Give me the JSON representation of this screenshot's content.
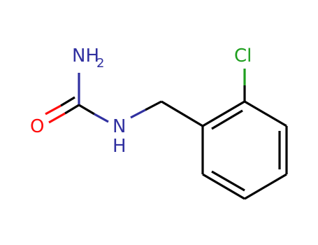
{
  "diagram": {
    "type": "chemical-structure",
    "colors": {
      "background": "#ffffff",
      "bond": "#000000",
      "nitrogen": "#3030a0",
      "oxygen": "#ff0d0d",
      "chlorine": "#1f9f1f"
    },
    "atoms": {
      "amine_n": "NH",
      "amine_subscript": "2",
      "carbonyl_o": "O",
      "amide_n": "N",
      "amide_h": "H",
      "chlorine": "Cl"
    }
  }
}
